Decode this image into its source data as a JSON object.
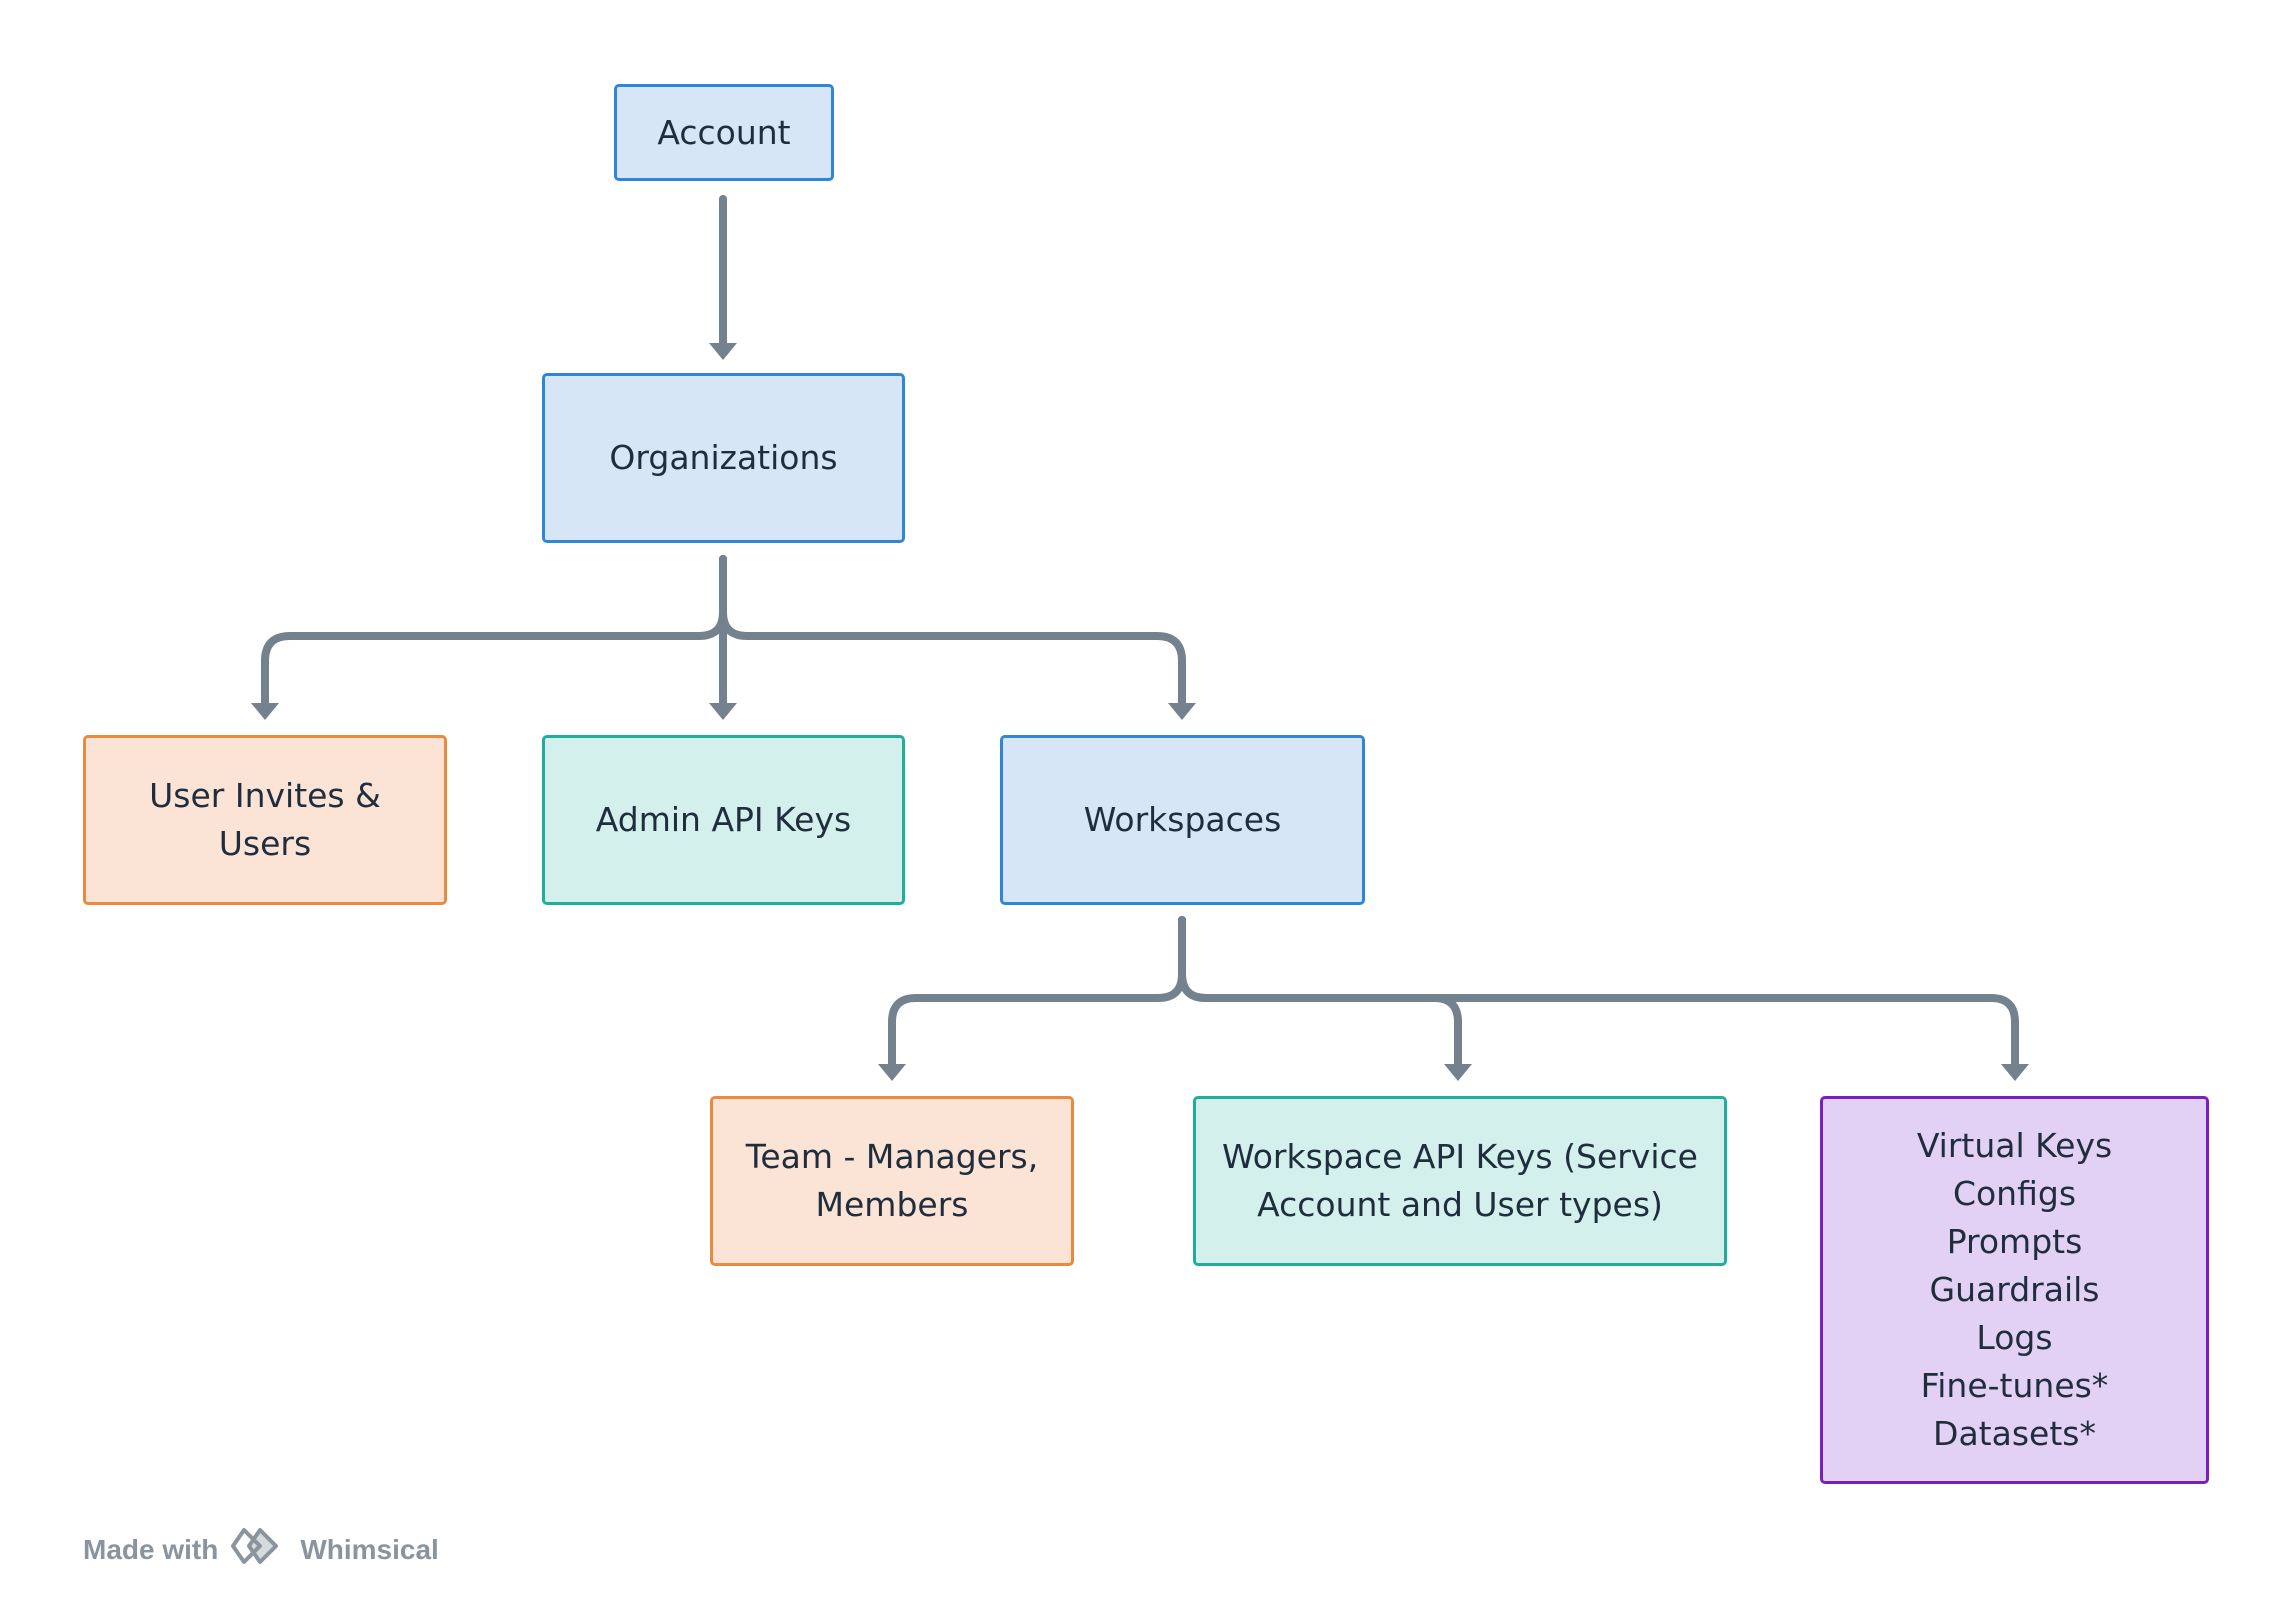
{
  "nodes": {
    "account": "Account",
    "organizations": "Organizations",
    "user_invites": [
      "User Invites &",
      "Users"
    ],
    "admin_api_keys": "Admin API Keys",
    "workspaces": "Workspaces",
    "team": [
      "Team - Managers,",
      "Members"
    ],
    "workspace_api_keys": [
      "Workspace API Keys (Service",
      "Account and User types)"
    ],
    "resources": [
      "Virtual Keys",
      "Configs",
      "Prompts",
      "Guardrails",
      "Logs",
      "Fine-tunes*",
      "Datasets*"
    ]
  },
  "footer": {
    "made_with": "Made with",
    "brand": "Whimsical",
    "logo_icon": "whimsical-logo-icon"
  },
  "colors": {
    "edge": "#74818e",
    "blue_fill": "#d6e6f6",
    "blue_border": "#2f86d4",
    "orange_fill": "#fbe3d6",
    "orange_border": "#e98a3e",
    "teal_fill": "#d3f0ed",
    "teal_border": "#1fae9c",
    "purple_fill": "#e2d1f4",
    "purple_border": "#7a1fbd"
  },
  "edges": [
    {
      "from": "account",
      "to": "organizations"
    },
    {
      "from": "organizations",
      "to": "user_invites"
    },
    {
      "from": "organizations",
      "to": "admin_api_keys"
    },
    {
      "from": "organizations",
      "to": "workspaces"
    },
    {
      "from": "workspaces",
      "to": "team"
    },
    {
      "from": "workspaces",
      "to": "workspace_api_keys"
    },
    {
      "from": "workspaces",
      "to": "resources"
    }
  ]
}
